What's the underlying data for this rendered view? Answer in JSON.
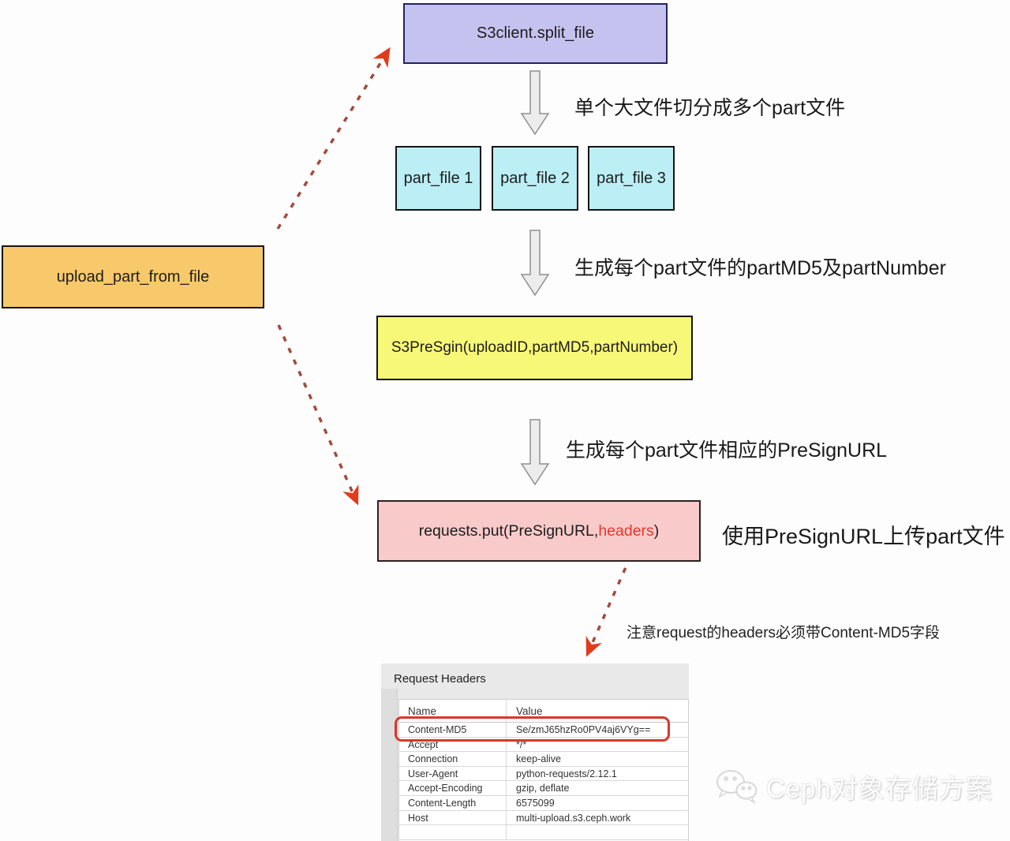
{
  "diagram": {
    "nodes": {
      "split_file": "S3client.split_file",
      "presign": "S3PreSgin(uploadID,partMD5,partNumber)",
      "upload_part": "upload_part_from_file",
      "requests_put_before": "requests.put(PreSignURL,",
      "requests_put_highlight": "headers",
      "requests_put_after": ")"
    },
    "part_files": [
      "part_file 1",
      "part_file 2",
      "part_file 3"
    ],
    "annotations": {
      "step1": "单个大文件切分成多个part文件",
      "step2": "生成每个part文件的partMD5及partNumber",
      "step3": "生成每个part文件相应的PreSignURL",
      "step4": "使用PreSignURL上传part文件",
      "note": "注意request的headers必须带Content-MD5字段"
    },
    "colors": {
      "split_file_bg": "#c6c2f0",
      "part_file_bg": "#bceef5",
      "presign_bg": "#f8f878",
      "requests_put_bg": "#f8caca",
      "upload_part_bg": "#f8c96a",
      "highlight_text": "#e03a2c",
      "dashed_arrow": "#a34a3c",
      "arrowhead": "#e23b1c",
      "table_highlight_border": "#d7382a"
    }
  },
  "headers_panel": {
    "title": "Request Headers",
    "columns": [
      "Name",
      "Value"
    ],
    "rows": [
      {
        "name": "Content-MD5",
        "value": "Se/zmJ65hzRo0PV4aj6VYg==",
        "highlighted": true
      },
      {
        "name": "Accept",
        "value": "*/*",
        "highlighted": false
      },
      {
        "name": "Connection",
        "value": "keep-alive",
        "highlighted": false
      },
      {
        "name": "User-Agent",
        "value": "python-requests/2.12.1",
        "highlighted": false
      },
      {
        "name": "Accept-Encoding",
        "value": "gzip, deflate",
        "highlighted": false
      },
      {
        "name": "Content-Length",
        "value": "6575099",
        "highlighted": false
      },
      {
        "name": "Host",
        "value": "multi-upload.s3.ceph.work",
        "highlighted": false
      }
    ]
  },
  "watermark": {
    "text": "Ceph对象存储方案",
    "icon": "wechat-icon"
  }
}
